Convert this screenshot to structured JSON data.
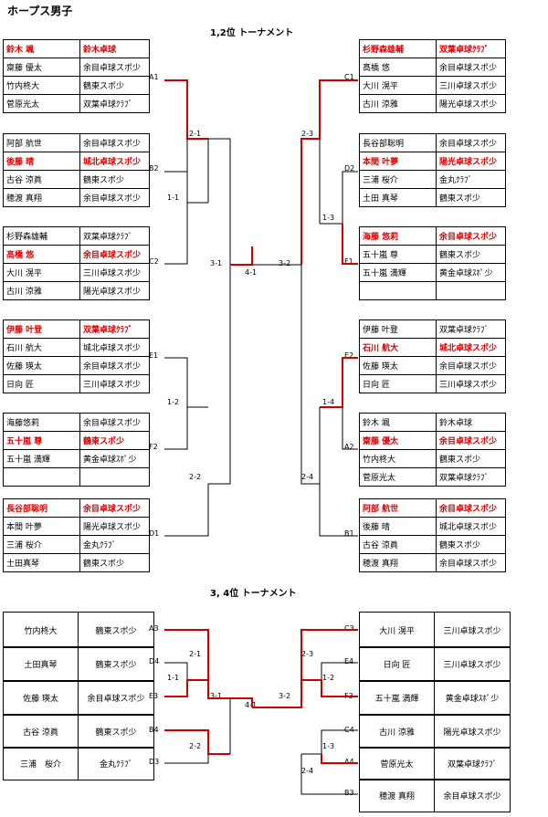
{
  "title": "ホープス男子",
  "section1_title": "1,2位 トーナメント",
  "section2_title": "3, 4位 トーナメント",
  "teams12": [
    {
      "seed": "A1",
      "players": [
        "鈴木 颯",
        "齋藤 優太",
        "竹内柊大",
        "菅原光太"
      ],
      "clubs": [
        "鈴木卓球",
        "余目卓球スポ少",
        "鶴東スポ少",
        "双葉卓球ｸﾗﾌﾞ"
      ],
      "win": 0
    },
    {
      "seed": "B2",
      "players": [
        "阿部 航世",
        "後藤 晴",
        "古谷 涼眞",
        "穂渡 真翔"
      ],
      "clubs": [
        "余目卓球スポ少",
        "城北卓球スポ少",
        "鶴東スポ少",
        "余目卓球スポ少"
      ],
      "win": 1
    },
    {
      "seed": "C2",
      "players": [
        "杉野森雄輔",
        "髙橋 悠",
        "大川 滉平",
        "古川 涼雅"
      ],
      "clubs": [
        "双葉卓球ｸﾗﾌﾞ",
        "余目卓球スポ少",
        "三川卓球スポ少",
        "陽光卓球スポ少"
      ],
      "win": 1
    },
    {
      "seed": "E1",
      "players": [
        "伊藤 叶登",
        "石川 航大",
        "佐藤 瑛太",
        "日向 匠"
      ],
      "clubs": [
        "双葉卓球ｸﾗﾌﾞ",
        "城北卓球スポ少",
        "余目卓球スポ少",
        "三川卓球スポ少"
      ],
      "win": 0
    },
    {
      "seed": "F2",
      "players": [
        "海藤悠莉",
        "五十嵐 尊",
        "五十嵐 満輝"
      ],
      "clubs": [
        "余目卓球スポ少",
        "鶴東スポ少",
        "黄金卓球ｽﾎﾟ少"
      ],
      "win": 1
    },
    {
      "seed": "D1",
      "players": [
        "長谷部聡明",
        "本間 叶夢",
        "三浦 桜介",
        "土田真琴"
      ],
      "clubs": [
        "余目卓球スポ少",
        "陽光卓球スポ少",
        "金丸ｸﾗﾌﾞ",
        "鶴東スポ少"
      ],
      "win": 0
    },
    {
      "seed": "C1",
      "players": [
        "杉野森雄輔",
        "髙橋 悠",
        "大川 滉平",
        "古川 涼雅"
      ],
      "clubs": [
        "双葉卓球ｸﾗﾌﾞ",
        "余目卓球スポ少",
        "三川卓球スポ少",
        "陽光卓球スポ少"
      ],
      "win": 0
    },
    {
      "seed": "D2",
      "players": [
        "長谷部聡明",
        "本間 叶夢",
        "三浦 桜介",
        "土田 真琴"
      ],
      "clubs": [
        "余目卓球スポ少",
        "陽光卓球スポ少",
        "金丸ｸﾗﾌﾞ",
        "鶴東スポ少"
      ],
      "win": 1
    },
    {
      "seed": "F1",
      "players": [
        "海藤 悠莉",
        "五十嵐 尊",
        "五十嵐 満輝"
      ],
      "clubs": [
        "余目卓球スポ少",
        "鶴東スポ少",
        "黄金卓球ｽﾎﾟ少"
      ],
      "win": 0
    },
    {
      "seed": "E2",
      "players": [
        "伊藤 叶登",
        "石川 航大",
        "佐藤 瑛太",
        "日向 匠"
      ],
      "clubs": [
        "双葉卓球ｸﾗﾌﾞ",
        "城北卓球スポ少",
        "余目卓球スポ少",
        "三川卓球スポ少"
      ],
      "win": 1
    },
    {
      "seed": "A2",
      "players": [
        "鈴木 颯",
        "齋藤 優太",
        "竹内柊大",
        "菅原光太"
      ],
      "clubs": [
        "鈴木卓球",
        "余目卓球スポ少",
        "鶴東スポ少",
        "双葉卓球ｸﾗﾌﾞ"
      ],
      "win": 1
    },
    {
      "seed": "B1",
      "players": [
        "阿部 航世",
        "後藤 晴",
        "古谷 涼眞",
        "穂渡 真翔"
      ],
      "clubs": [
        "余目卓球スポ少",
        "城北卓球スポ少",
        "鶴東スポ少",
        "余目卓球スポ少"
      ],
      "win": 0
    }
  ],
  "scores12": [
    "2-1",
    "1-1",
    "3-1",
    "1-2",
    "2-2",
    "4-1",
    "2-3",
    "1-3",
    "3-2",
    "1-4",
    "2-4"
  ],
  "players34": [
    {
      "name": "竹内柊大",
      "club": "鶴東スポ少",
      "seed": "A3"
    },
    {
      "name": "土田真琴",
      "club": "鶴東スポ少",
      "seed": "D4"
    },
    {
      "name": "佐藤 瑛太",
      "club": "余目卓球スポ少",
      "seed": "E3"
    },
    {
      "name": "古谷 涼眞",
      "club": "鶴東スポ少",
      "seed": "B4"
    },
    {
      "name": "三浦　桜介",
      "club": "金丸ｸﾗﾌﾞ",
      "seed": "D3"
    },
    {
      "name": "大川 滉平",
      "club": "三川卓球スポ少",
      "seed": "C3"
    },
    {
      "name": "日向 匠",
      "club": "三川卓球スポ少",
      "seed": "E4"
    },
    {
      "name": "五十嵐 満輝",
      "club": "黄金卓球ｽﾎﾟ少",
      "seed": "F3"
    },
    {
      "name": "古川 涼雅",
      "club": "陽光卓球スポ少",
      "seed": "C4"
    },
    {
      "name": "菅原光太",
      "club": "双葉卓球ｸﾗﾌﾞ",
      "seed": "A4"
    },
    {
      "name": "穂渡 真翔",
      "club": "余目卓球スポ少",
      "seed": "B3"
    }
  ],
  "scores34": [
    "2-1",
    "1-1",
    "3-1",
    "2-2",
    "4-1",
    "2-3",
    "1-2",
    "3-2",
    "1-3",
    "2-4"
  ]
}
